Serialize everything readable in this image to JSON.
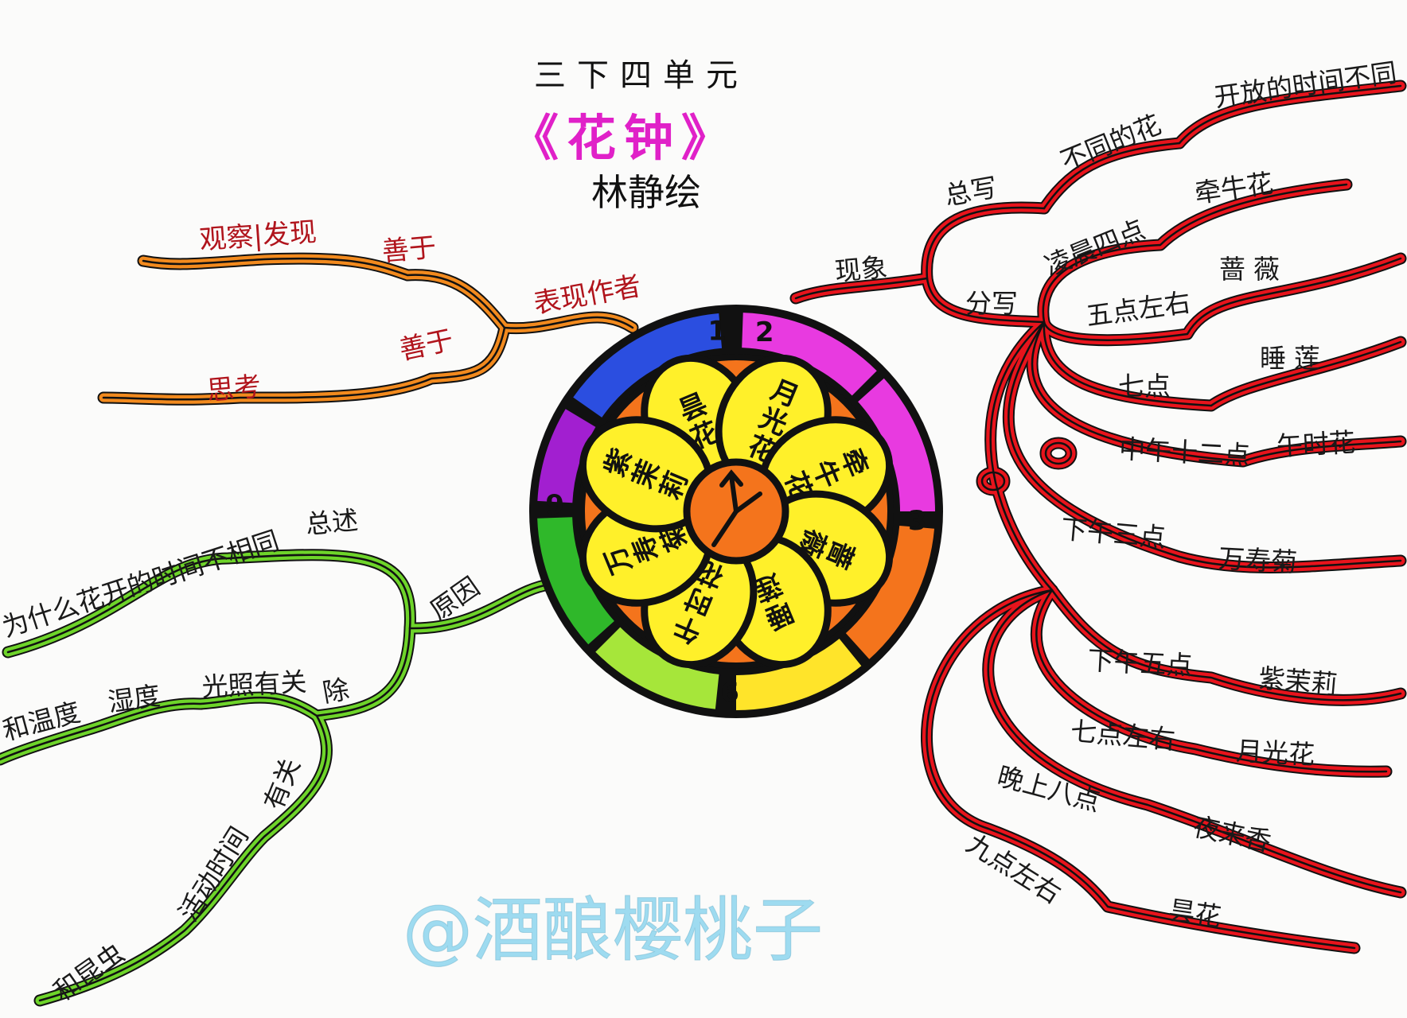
{
  "header": {
    "unit": "三下四单元",
    "title": "《花钟》",
    "author": "林静绘"
  },
  "colors": {
    "title": "#e021c8",
    "phenomenon_branch": "#e8141c",
    "author_branch": "#f28a1e",
    "reason_branch": "#6ed42a",
    "petal": "#fff02a",
    "clock_face": "#f4741c",
    "watermark": "#7fd0ec"
  },
  "clock": {
    "ring_numbers": [
      "1",
      "2",
      "3",
      "6",
      "9"
    ],
    "ring_colors": [
      "#2b4ee0",
      "#e83ae0",
      "#e83ae0",
      "#f4741c",
      "#ffe42a",
      "#a6e63a",
      "#2fb82a",
      "#a21fd0"
    ],
    "petals": [
      "昙花",
      "月光花",
      "牵牛花",
      "蔷薇",
      "睡莲",
      "午时花",
      "万寿菊",
      "紫茉莉"
    ]
  },
  "author_branch": {
    "label": "表现作者",
    "upper": {
      "link": "善于",
      "leaf": "观察|发现"
    },
    "lower": {
      "link": "善于",
      "leaf": "思考"
    }
  },
  "reason_branch": {
    "label": "原因",
    "summary": {
      "leaf": "为什么花开的时间不相同",
      "tag": "总述"
    },
    "middle": {
      "a": "光照有关",
      "b": "除",
      "c": "湿度",
      "d": "和温度"
    },
    "lower": {
      "a": "有关",
      "b": "活动时间",
      "c": "和昆虫"
    }
  },
  "phenomenon_branch": {
    "label": "现象",
    "overview": {
      "label": "总写",
      "a": "不同的花",
      "b": "开放的时间不同"
    },
    "detail": {
      "label": "分写",
      "items": [
        {
          "time": "凌晨四点",
          "flower": "牵牛花"
        },
        {
          "time": "五点左右",
          "flower": "蔷薇"
        },
        {
          "time": "七点",
          "flower": "睡莲"
        },
        {
          "time": "中午十二点",
          "flower": "午时花"
        },
        {
          "time": "下午三点",
          "flower": "万寿菊"
        },
        {
          "time": "下午五点",
          "flower": "紫茉莉"
        },
        {
          "time": "七点左右",
          "flower": "月光花"
        },
        {
          "time": "晚上八点",
          "flower": "夜来香"
        },
        {
          "time": "九点左右",
          "flower": "昙花"
        }
      ]
    }
  },
  "watermark": "@酒酿樱桃子"
}
